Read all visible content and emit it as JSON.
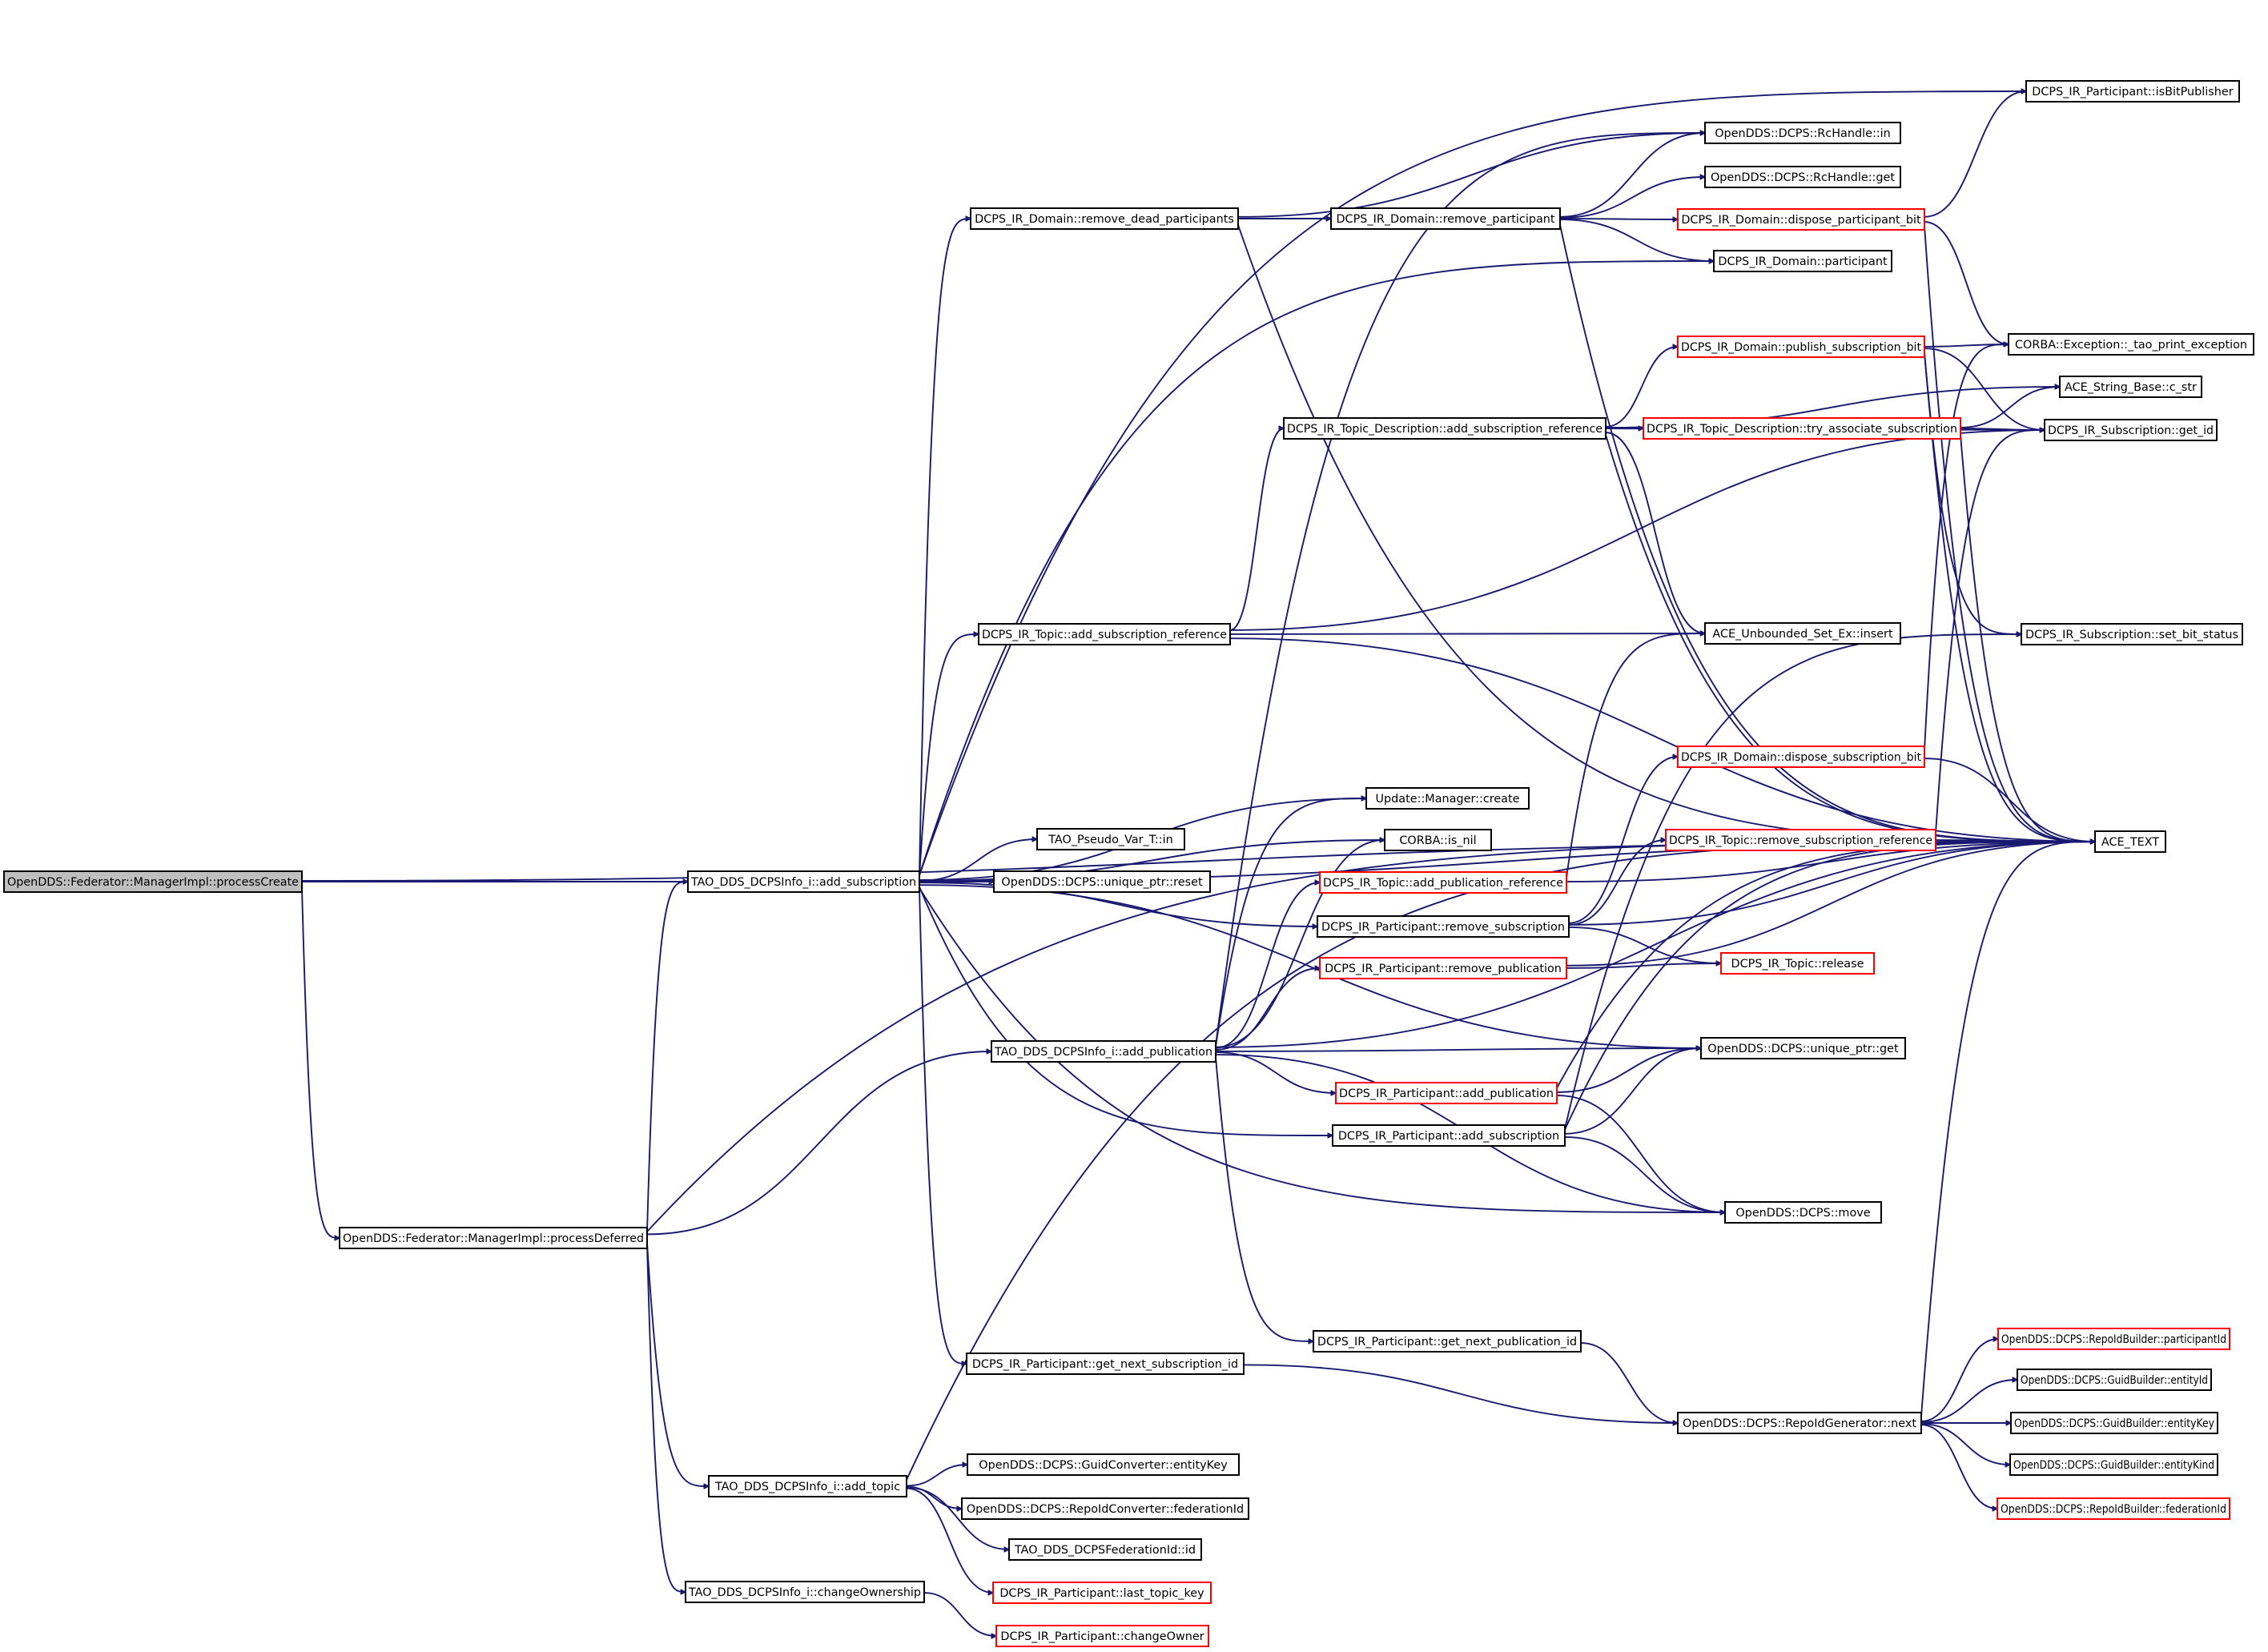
{
  "graph": {
    "edge_color": "#191970",
    "root_fill": "#bfbfbf",
    "incomplete_border": "#ff0000",
    "nodes": [
      {
        "id": "root",
        "label": "OpenDDS::Federator::ManagerImpl::processCreate",
        "style": "root"
      },
      {
        "id": "add_sub",
        "label": "TAO_DDS_DCPSInfo_i::add_subscription",
        "style": "normal"
      },
      {
        "id": "proc_def",
        "label": "OpenDDS::Federator::ManagerImpl::processDeferred",
        "style": "normal"
      },
      {
        "id": "ace_text",
        "label": "ACE_TEXT",
        "style": "normal"
      },
      {
        "id": "rdp",
        "label": "DCPS_IR_Domain::remove_dead_participants",
        "style": "normal"
      },
      {
        "id": "topic_add_sub_ref",
        "label": "DCPS_IR_Topic::add_subscription_reference",
        "style": "normal"
      },
      {
        "id": "upd_create",
        "label": "Update::Manager::create",
        "style": "normal"
      },
      {
        "id": "tao_pseudo",
        "label": "TAO_Pseudo_Var_T::in",
        "style": "normal"
      },
      {
        "id": "uptr_reset",
        "label": "OpenDDS::DCPS::unique_ptr::reset",
        "style": "normal"
      },
      {
        "id": "corba_is_nil",
        "label": "CORBA::is_nil",
        "style": "normal"
      },
      {
        "id": "part_remove_sub",
        "label": "DCPS_IR_Participant::remove_subscription",
        "style": "normal"
      },
      {
        "id": "uptr_get",
        "label": "OpenDDS::DCPS::unique_ptr::get",
        "style": "normal"
      },
      {
        "id": "part_add_sub",
        "label": "DCPS_IR_Participant::add_subscription",
        "style": "normal"
      },
      {
        "id": "dds_move",
        "label": "OpenDDS::DCPS::move",
        "style": "normal"
      },
      {
        "id": "get_next_sub_id",
        "label": "DCPS_IR_Participant::get_next_subscription_id",
        "style": "normal"
      },
      {
        "id": "rp",
        "label": "DCPS_IR_Domain::remove_participant",
        "style": "normal"
      },
      {
        "id": "rc_in",
        "label": "OpenDDS::DCPS::RcHandle::in",
        "style": "normal"
      },
      {
        "id": "rc_get",
        "label": "OpenDDS::DCPS::RcHandle::get",
        "style": "normal"
      },
      {
        "id": "is_bit_pub",
        "label": "DCPS_IR_Participant::isBitPublisher",
        "style": "normal"
      },
      {
        "id": "dom_participant",
        "label": "DCPS_IR_Domain::participant",
        "style": "normal"
      },
      {
        "id": "dispose_part_bit",
        "label": "DCPS_IR_Domain::dispose_participant_bit",
        "style": "incomplete"
      },
      {
        "id": "tao_print_exc",
        "label": "CORBA::Exception::_tao_print_exception",
        "style": "normal"
      },
      {
        "id": "td_add_sub_ref",
        "label": "DCPS_IR_Topic_Description::add_subscription_reference",
        "style": "normal"
      },
      {
        "id": "pub_sub_bit",
        "label": "DCPS_IR_Domain::publish_subscription_bit",
        "style": "incomplete"
      },
      {
        "id": "try_assoc_sub",
        "label": "DCPS_IR_Topic_Description::try_associate_subscription",
        "style": "incomplete"
      },
      {
        "id": "ace_cstr",
        "label": "ACE_String_Base::c_str",
        "style": "normal"
      },
      {
        "id": "sub_get_id",
        "label": "DCPS_IR_Subscription::get_id",
        "style": "normal"
      },
      {
        "id": "unb_insert",
        "label": "ACE_Unbounded_Set_Ex::insert",
        "style": "normal"
      },
      {
        "id": "sub_set_bit",
        "label": "DCPS_IR_Subscription::set_bit_status",
        "style": "normal"
      },
      {
        "id": "dispose_sub_bit",
        "label": "DCPS_IR_Domain::dispose_subscription_bit",
        "style": "incomplete"
      },
      {
        "id": "topic_rm_sub_ref",
        "label": "DCPS_IR_Topic::remove_subscription_reference",
        "style": "incomplete"
      },
      {
        "id": "topic_add_pub_ref",
        "label": "DCPS_IR_Topic::add_publication_reference",
        "style": "incomplete"
      },
      {
        "id": "part_remove_pub",
        "label": "DCPS_IR_Participant::remove_publication",
        "style": "incomplete"
      },
      {
        "id": "topic_release",
        "label": "DCPS_IR_Topic::release",
        "style": "incomplete"
      },
      {
        "id": "add_pub",
        "label": "TAO_DDS_DCPSInfo_i::add_publication",
        "style": "normal"
      },
      {
        "id": "part_add_pub",
        "label": "DCPS_IR_Participant::add_publication",
        "style": "incomplete"
      },
      {
        "id": "get_next_pub_id",
        "label": "DCPS_IR_Participant::get_next_publication_id",
        "style": "normal"
      },
      {
        "id": "repo_next",
        "label": "OpenDDS::DCPS::RepoIdGenerator::next",
        "style": "normal"
      },
      {
        "id": "rb_part_id",
        "label": "OpenDDS::DCPS::RepoIdBuilder::participantId",
        "style": "incomplete"
      },
      {
        "id": "gb_entity_id",
        "label": "OpenDDS::DCPS::GuidBuilder::entityId",
        "style": "normal"
      },
      {
        "id": "gb_entity_key",
        "label": "OpenDDS::DCPS::GuidBuilder::entityKey",
        "style": "normal"
      },
      {
        "id": "gb_entity_kind",
        "label": "OpenDDS::DCPS::GuidBuilder::entityKind",
        "style": "normal"
      },
      {
        "id": "rb_fed_id",
        "label": "OpenDDS::DCPS::RepoIdBuilder::federationId",
        "style": "incomplete"
      },
      {
        "id": "add_topic",
        "label": "TAO_DDS_DCPSInfo_i::add_topic",
        "style": "normal"
      },
      {
        "id": "gc_entity_key",
        "label": "OpenDDS::DCPS::GuidConverter::entityKey",
        "style": "normal"
      },
      {
        "id": "rc_fed_id",
        "label": "OpenDDS::DCPS::RepoIdConverter::federationId",
        "style": "normal"
      },
      {
        "id": "fed_id",
        "label": "TAO_DDS_DCPSFederationId::id",
        "style": "normal"
      },
      {
        "id": "last_topic_key",
        "label": "DCPS_IR_Participant::last_topic_key",
        "style": "incomplete"
      },
      {
        "id": "change_own",
        "label": "TAO_DDS_DCPSInfo_i::changeOwnership",
        "style": "normal"
      },
      {
        "id": "change_owner",
        "label": "DCPS_IR_Participant::changeOwner",
        "style": "incomplete"
      }
    ],
    "edges": [
      [
        "root",
        "add_sub"
      ],
      [
        "root",
        "proc_def"
      ],
      [
        "root",
        "ace_text"
      ],
      [
        "proc_def",
        "add_sub"
      ],
      [
        "proc_def",
        "add_pub"
      ],
      [
        "proc_def",
        "add_topic"
      ],
      [
        "proc_def",
        "change_own"
      ],
      [
        "proc_def",
        "ace_text"
      ],
      [
        "add_sub",
        "rdp"
      ],
      [
        "add_sub",
        "topic_add_sub_ref"
      ],
      [
        "add_sub",
        "tao_pseudo"
      ],
      [
        "add_sub",
        "uptr_reset"
      ],
      [
        "add_sub",
        "upd_create"
      ],
      [
        "add_sub",
        "corba_is_nil"
      ],
      [
        "add_sub",
        "part_remove_sub"
      ],
      [
        "add_sub",
        "uptr_get"
      ],
      [
        "add_sub",
        "part_add_sub"
      ],
      [
        "add_sub",
        "dds_move"
      ],
      [
        "add_sub",
        "get_next_sub_id"
      ],
      [
        "add_sub",
        "is_bit_pub"
      ],
      [
        "add_sub",
        "dom_participant"
      ],
      [
        "add_sub",
        "ace_text"
      ],
      [
        "rdp",
        "rp"
      ],
      [
        "rdp",
        "rc_in"
      ],
      [
        "rdp",
        "ace_text"
      ],
      [
        "rp",
        "rc_in"
      ],
      [
        "rp",
        "rc_get"
      ],
      [
        "rp",
        "dispose_part_bit"
      ],
      [
        "rp",
        "dom_participant"
      ],
      [
        "rp",
        "ace_text"
      ],
      [
        "dispose_part_bit",
        "is_bit_pub"
      ],
      [
        "dispose_part_bit",
        "tao_print_exc"
      ],
      [
        "dispose_part_bit",
        "ace_text"
      ],
      [
        "topic_add_sub_ref",
        "td_add_sub_ref"
      ],
      [
        "topic_add_sub_ref",
        "unb_insert"
      ],
      [
        "topic_add_sub_ref",
        "sub_get_id"
      ],
      [
        "topic_add_sub_ref",
        "ace_text"
      ],
      [
        "td_add_sub_ref",
        "pub_sub_bit"
      ],
      [
        "td_add_sub_ref",
        "try_assoc_sub"
      ],
      [
        "td_add_sub_ref",
        "ace_cstr"
      ],
      [
        "td_add_sub_ref",
        "sub_get_id"
      ],
      [
        "td_add_sub_ref",
        "unb_insert"
      ],
      [
        "td_add_sub_ref",
        "ace_text"
      ],
      [
        "pub_sub_bit",
        "tao_print_exc"
      ],
      [
        "pub_sub_bit",
        "sub_get_id"
      ],
      [
        "pub_sub_bit",
        "sub_set_bit"
      ],
      [
        "pub_sub_bit",
        "ace_text"
      ],
      [
        "try_assoc_sub",
        "ace_cstr"
      ],
      [
        "try_assoc_sub",
        "sub_get_id"
      ],
      [
        "try_assoc_sub",
        "ace_text"
      ],
      [
        "part_remove_sub",
        "dispose_sub_bit"
      ],
      [
        "part_remove_sub",
        "topic_rm_sub_ref"
      ],
      [
        "part_remove_sub",
        "topic_release"
      ],
      [
        "part_remove_sub",
        "ace_text"
      ],
      [
        "dispose_sub_bit",
        "tao_print_exc"
      ],
      [
        "dispose_sub_bit",
        "ace_text"
      ],
      [
        "topic_rm_sub_ref",
        "sub_get_id"
      ],
      [
        "topic_rm_sub_ref",
        "ace_text"
      ],
      [
        "topic_add_pub_ref",
        "unb_insert"
      ],
      [
        "topic_add_pub_ref",
        "ace_text"
      ],
      [
        "part_remove_pub",
        "topic_release"
      ],
      [
        "part_remove_pub",
        "ace_text"
      ],
      [
        "add_pub",
        "rc_in"
      ],
      [
        "add_pub",
        "upd_create"
      ],
      [
        "add_pub",
        "corba_is_nil"
      ],
      [
        "add_pub",
        "topic_add_pub_ref"
      ],
      [
        "add_pub",
        "part_remove_pub"
      ],
      [
        "add_pub",
        "uptr_get"
      ],
      [
        "add_pub",
        "part_add_pub"
      ],
      [
        "add_pub",
        "dds_move"
      ],
      [
        "add_pub",
        "get_next_pub_id"
      ],
      [
        "add_pub",
        "ace_text"
      ],
      [
        "part_add_pub",
        "uptr_get"
      ],
      [
        "part_add_pub",
        "dds_move"
      ],
      [
        "part_add_pub",
        "ace_text"
      ],
      [
        "part_add_sub",
        "uptr_get"
      ],
      [
        "part_add_sub",
        "dds_move"
      ],
      [
        "part_add_sub",
        "sub_set_bit"
      ],
      [
        "part_add_sub",
        "ace_text"
      ],
      [
        "get_next_sub_id",
        "repo_next"
      ],
      [
        "get_next_pub_id",
        "repo_next"
      ],
      [
        "repo_next",
        "rb_part_id"
      ],
      [
        "repo_next",
        "gb_entity_id"
      ],
      [
        "repo_next",
        "gb_entity_key"
      ],
      [
        "repo_next",
        "gb_entity_kind"
      ],
      [
        "repo_next",
        "rb_fed_id"
      ],
      [
        "repo_next",
        "ace_text"
      ],
      [
        "add_topic",
        "gc_entity_key"
      ],
      [
        "add_topic",
        "rc_fed_id"
      ],
      [
        "add_topic",
        "fed_id"
      ],
      [
        "add_topic",
        "last_topic_key"
      ],
      [
        "add_topic",
        "ace_text"
      ],
      [
        "change_own",
        "change_owner"
      ]
    ]
  }
}
